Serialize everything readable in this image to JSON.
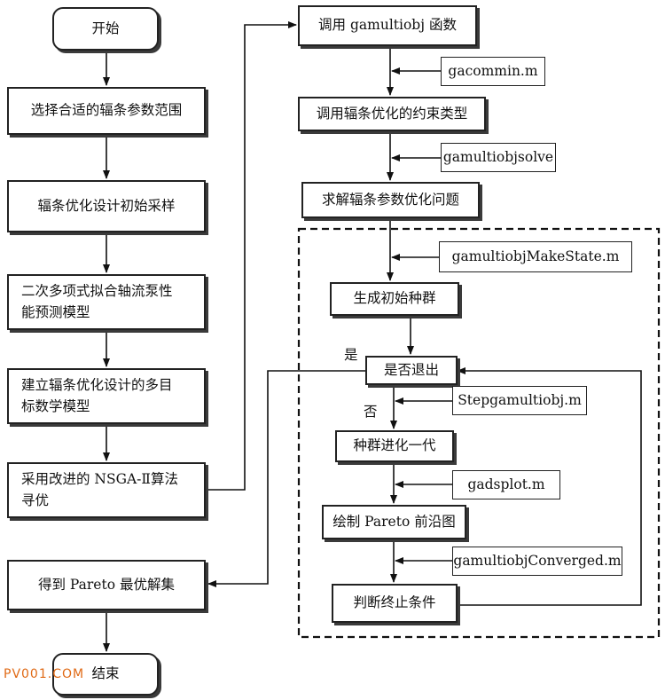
{
  "nodes": {
    "start": "开始",
    "select_range": "选择合适的辐条参数范围",
    "initial_sampling": "辐条优化设计初始采样",
    "poly_model_l1": "二次多项式拟合轴流泵性",
    "poly_model_l2": "能预测模型",
    "multi_objective_l1": "建立辐条优化设计的多目",
    "multi_objective_l2": "标数学模型",
    "nsga_l1": "采用改进的 NSGA-Ⅱ算法",
    "nsga_l2": "寻优",
    "pareto_set": "得到 Pareto 最优解集",
    "end": "结束",
    "call_function": "调用 gamultiobj 函数",
    "constraint_type": "调用辐条优化的约束类型",
    "solve_problem": "求解辐条参数优化问题",
    "init_population": "生成初始种群",
    "exit_check": "是否退出",
    "evolve": "种群进化一代",
    "plot_pareto": "绘制 Pareto 前沿图",
    "check_stop": "判断终止条件"
  },
  "files": {
    "gacommin": "gacommin.m",
    "solve": "gamultiobjsolve",
    "make_state": "gamultiobjMakeState.m",
    "step": "Stepgamultiobj.m",
    "gadsplot": "gadsplot.m",
    "converged": "gamultiobjConverged.m"
  },
  "labels": {
    "yes": "是",
    "no": "否"
  },
  "watermark": "PV001.COM"
}
